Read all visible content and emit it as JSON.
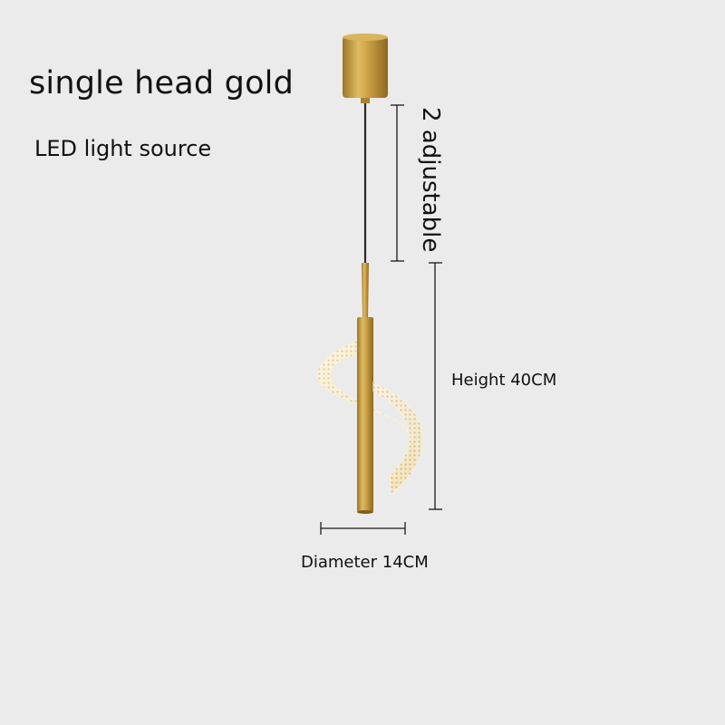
{
  "title": "single head gold",
  "light_source": "LED light source",
  "cord_note": "2 adjustable",
  "height_label": "Height 40CM",
  "diameter_label": "Diameter 14CM",
  "colors": {
    "background": "#ebebeb",
    "gold": "#c49a3b",
    "cord": "#2a2a2a",
    "measure": "#1a1a1a"
  }
}
